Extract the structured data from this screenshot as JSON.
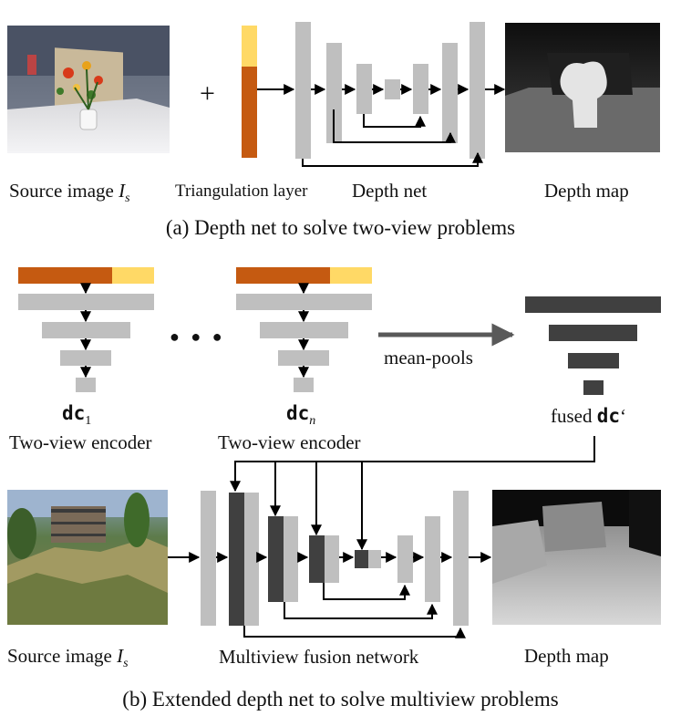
{
  "part_a": {
    "source_label": "Source image ",
    "source_symbol": "I",
    "source_subscript": "s",
    "plus_sign": "+",
    "triangulation_label": "Triangulation layer",
    "depth_net_label": "Depth net",
    "depth_map_label": "Depth map",
    "caption": "(a) Depth net to solve two-view problems"
  },
  "part_b": {
    "encoder_1": {
      "symbol": "dc",
      "subscript": "1",
      "label": "Two-view encoder"
    },
    "ellipsis": "● ● ●",
    "encoder_n": {
      "symbol": "dc",
      "subscript": "n",
      "label": "Two-view encoder"
    },
    "mean_pools_label": "mean-pools",
    "fused_prefix": "fused ",
    "fused_symbol": "dc",
    "fused_suffix": "‘",
    "source_label": "Source image ",
    "source_symbol": "I",
    "source_subscript": "s",
    "fusion_label": "Multiview fusion network",
    "depth_map_label": "Depth map",
    "caption": "(b) Extended depth net to solve multiview problems"
  },
  "colors": {
    "orange": "#c55a11",
    "yellow": "#ffd966",
    "gray": "#bfbfbf",
    "dark": "#404040",
    "arrow": "#000000",
    "pool_arrow": "#595959"
  }
}
